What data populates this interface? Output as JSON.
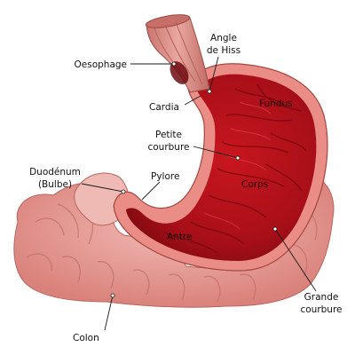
{
  "labels": {
    "angle_de_hiss_line1": "Angle",
    "angle_de_hiss_line2": "de Hiss",
    "oesophage": "Oesophage",
    "cardia": "Cardia",
    "fundus": "Fundus",
    "petite_courbure_line1": "Petite",
    "petite_courbure_line2": "courbure",
    "duodenum_line1": "Duodénum",
    "duodenum_line2": "(Bulbe)",
    "pylore": "Pylore",
    "corps": "Corps",
    "antre": "Antre",
    "colon": "Colon",
    "grande_courbure_line1": "Grande",
    "grande_courbure_line2": "courbure"
  },
  "colors": {
    "stomach_interior": "#b5121b",
    "stomach_wall": "#e87f7a",
    "intestine": "#e9a39d",
    "esophagus": "#d98a84",
    "background": "#ffffff"
  },
  "icons": [
    "leader-dot"
  ]
}
